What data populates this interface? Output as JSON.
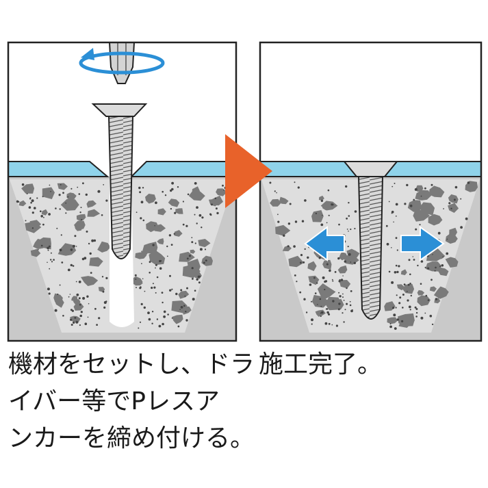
{
  "panels": {
    "left": {
      "caption_lines": [
        "機材をセットし、ドラ",
        "イバー等でPレスア",
        "ンカーを締め付ける。"
      ]
    },
    "right": {
      "caption_lines": [
        "施工完了。"
      ]
    }
  },
  "colors": {
    "board": "#8fd3ea",
    "concrete": "#c9c9c9",
    "aggregate_fill": "#dedede",
    "stone": "#7a7a7a",
    "arrow_step": "#e8622a",
    "expansion_arrow": "#2b8fd6",
    "rotation_arrow": "#2b8fd6",
    "outline": "#222222"
  },
  "icons": {
    "step_arrow": "triangle-right",
    "rotation": "rotate-arrow",
    "expansion": "double-arrow-horizontal"
  }
}
